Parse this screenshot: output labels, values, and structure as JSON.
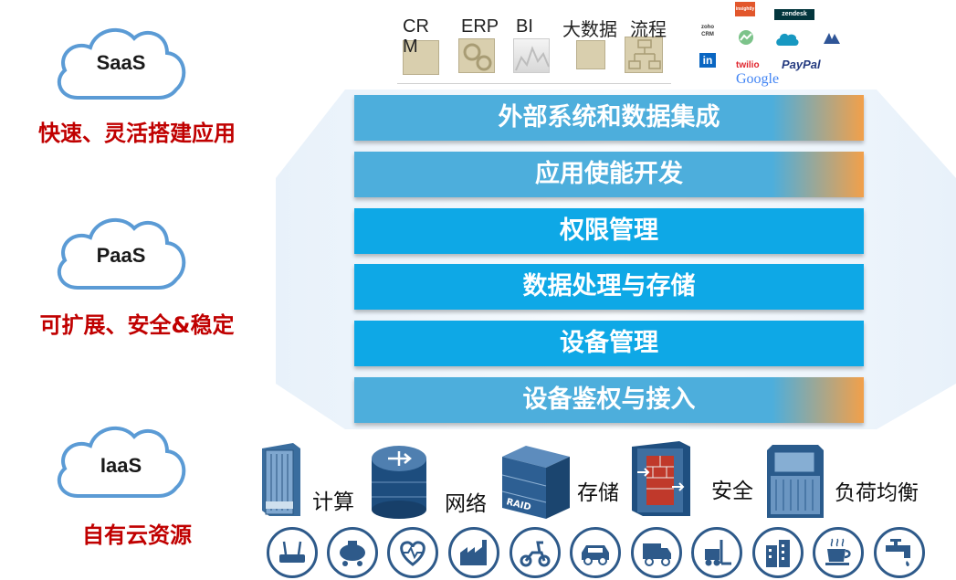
{
  "tiers": [
    {
      "name": "SaaS",
      "caption": "快速、灵活搭建应用"
    },
    {
      "name": "PaaS",
      "caption": "可扩展、安全&稳定"
    },
    {
      "name": "IaaS",
      "caption": "自有云资源"
    }
  ],
  "apps": {
    "crm": "CR M",
    "erp": "ERP",
    "bi": "BI",
    "bigdata": "大数据",
    "workflow": "流程"
  },
  "brands": {
    "insightly": "insightly",
    "zendesk": "zendesk",
    "zoho": "zoho CRM",
    "linkedin": "in",
    "twilio": "twilio",
    "paypal": "PayPal",
    "google": "Google"
  },
  "layers": [
    {
      "label": "外部系统和数据集成",
      "style": "light"
    },
    {
      "label": "应用使能开发",
      "style": "light"
    },
    {
      "label": "权限管理",
      "style": "deep"
    },
    {
      "label": "数据处理与存储",
      "style": "deep"
    },
    {
      "label": "设备管理",
      "style": "deep"
    },
    {
      "label": "设备鉴权与接入",
      "style": "light"
    }
  ],
  "hardware": {
    "compute": "计算",
    "network": "网络",
    "storage": "存储",
    "storage_badge": "RAID",
    "security": "安全",
    "loadbalance": "负荷均衡"
  },
  "devices": [
    "router-icon",
    "compressor-icon",
    "heart-icon",
    "factory-icon",
    "scooter-icon",
    "car-icon",
    "truck-icon",
    "forklift-icon",
    "building-icon",
    "coffee-icon",
    "faucet-icon"
  ],
  "colors": {
    "caption_red": "#c00000",
    "bar_light": "#4daedc",
    "bar_deep": "#0ea8e6",
    "bar_accent": "#f2a04a",
    "cloud_outline": "#5b9bd5",
    "device_ring": "#2e5a8a"
  }
}
